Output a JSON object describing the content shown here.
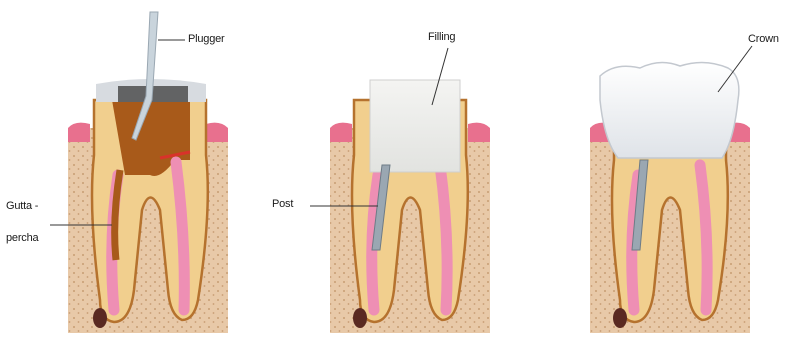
{
  "diagram": {
    "labels": {
      "plugger": "Plugger",
      "gutta_line1": "Gutta -",
      "gutta_line2": "percha",
      "filling": "Filling",
      "post": "Post",
      "crown": "Crown"
    },
    "colors": {
      "bone": "#e8c9a8",
      "bone_dots": "#c79d74",
      "gum": "#e8708e",
      "dentin": "#f1cf8e",
      "dentin_edge": "#b5722e",
      "root_canal": "#ee8fb4",
      "apex_dark": "#5a2a22",
      "cavity_brown": "#a85a1a",
      "enamel_grey": "#d7dbe0",
      "crown_white": "#f5f6f8",
      "post_grey": "#9aa7b2",
      "instrument": "#c9d4dc",
      "leader": "#333333"
    }
  }
}
